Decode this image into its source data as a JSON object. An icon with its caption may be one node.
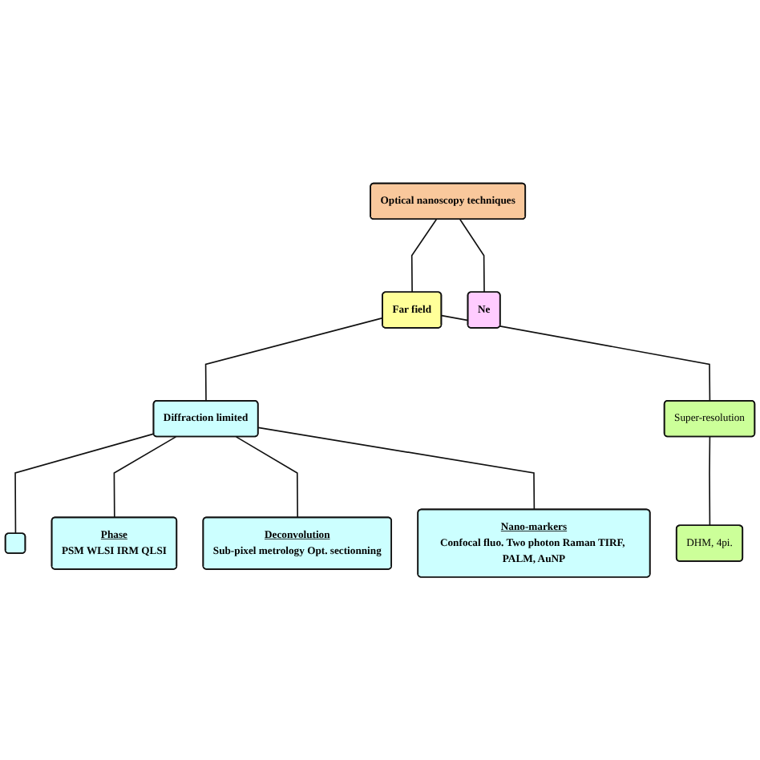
{
  "diagram": {
    "nodes": [
      {
        "text": [
          "Optical nanoscopy techniques"
        ]
      },
      {
        "text": [
          "Far field"
        ]
      },
      {
        "text": [
          "Ne"
        ]
      },
      {
        "text": [
          "Diffraction limited"
        ]
      },
      {
        "text": [
          "Super-resolution"
        ]
      },
      {
        "text": [
          "DHM, 4pi."
        ]
      },
      {
        "text": [],
        "shape": "box"
      },
      {
        "text": [
          "Phase",
          "PSM WLSI IRM QLSI"
        ]
      },
      {
        "text": [
          "Deconvolution",
          "Sub-pixel metrology Opt. sectionning"
        ]
      },
      {
        "text": [
          "Nano-markers",
          "Confocal fluo. Two photon Raman TIRF, PALM, AuNP"
        ]
      }
    ],
    "edges": [
      {
        "from": 0,
        "to": 1,
        "arrow": "none"
      },
      {
        "from": 0,
        "to": 2,
        "arrow": "none"
      },
      {
        "from": 1,
        "to": 3,
        "arrow": "none"
      },
      {
        "from": 1,
        "to": 4,
        "arrow": "none"
      },
      {
        "from": 4,
        "to": 5,
        "arrow": "none"
      },
      {
        "from": 3,
        "to": 6,
        "arrow": "none"
      },
      {
        "from": 3,
        "to": 7,
        "arrow": "none"
      },
      {
        "from": 3,
        "to": 8,
        "arrow": "none"
      },
      {
        "from": 3,
        "to": 9,
        "arrow": "none"
      }
    ]
  }
}
